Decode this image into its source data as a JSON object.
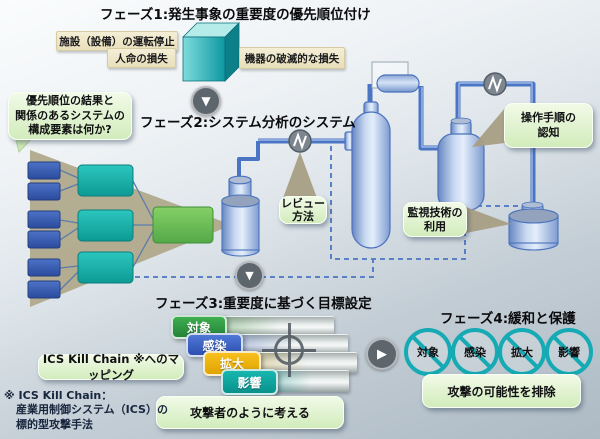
{
  "palette": {
    "background_top": "#fafcfd",
    "background_bottom": "#adbac4",
    "bubble_green": "#d2ecbc",
    "note_cream": "#e8dfba",
    "cube_teal": "#12aab2",
    "pipe_blue": "#4a74c4",
    "tree_box_blue": "#3a5fb0",
    "tree_box_teal": "#12b2aa",
    "tree_box_green": "#66bb55",
    "funnel_tan": "#b1aa8d",
    "step_target_green": "#2e9440",
    "step_infect_blue": "#3a64c8",
    "step_expand_amber": "#f2b705",
    "step_impact_teal": "#0fa8a2",
    "prohibition_ring": "#15aab4"
  },
  "icons": {
    "down_chevron": "▼",
    "right_chevron": "▶"
  },
  "phase1": {
    "title": "フェーズ1:発生事象の重要度の優先順位付け",
    "notes": [
      "施設（設備）の運転停止",
      "人命の損失",
      "機器の破滅的な損失"
    ]
  },
  "phase2": {
    "title": "フェーズ2:システム分析のシステム",
    "question_bubble": "優先順位の結果と\n関係のあるシステムの\n構成要素は何か?",
    "callouts": {
      "review": "レビュー\n方法",
      "monitoring": "監視技術の\n利用",
      "operation": "操作手順の\n認知"
    }
  },
  "phase3": {
    "title": "フェーズ3:重要度に基づく目標設定",
    "mapping_label": "ICS Kill Chain ※へのマッピング",
    "think_label": "攻撃者のように考える",
    "steps": [
      {
        "label": "対象"
      },
      {
        "label": "感染"
      },
      {
        "label": "拡大"
      },
      {
        "label": "影響"
      }
    ]
  },
  "phase4": {
    "title": "フェーズ4:緩和と保護",
    "steps": [
      "対象",
      "感染",
      "拡大",
      "影響"
    ],
    "eliminate_label": "攻撃の可能性を排除"
  },
  "footnote": {
    "lines": [
      "※ ICS Kill Chain：",
      "産業用制御システム（ICS）の",
      "標的型攻撃手法"
    ]
  }
}
